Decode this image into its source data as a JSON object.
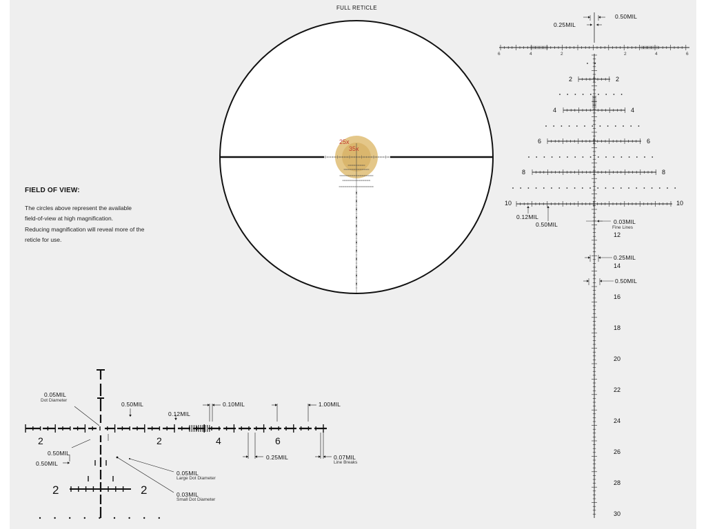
{
  "title": "FULL RETICLE",
  "field_of_view": {
    "heading": "FIELD OF VIEW:",
    "lines": [
      "The circles above represent the available",
      "field-of-view at high magnification.",
      "Reducing magnification will reveal more of the",
      "reticle for use."
    ]
  },
  "magnifications": [
    "25x",
    "35x"
  ],
  "right_reticle": {
    "top_callouts": {
      "c050": "0.50MIL",
      "c025": "0.25MIL"
    },
    "top_scale_labels": [
      "6",
      "4",
      "2",
      "2",
      "4",
      "6"
    ],
    "tree_labels": [
      "2",
      "4",
      "6",
      "8",
      "10"
    ],
    "left_callouts": {
      "c012": "0.12MIL",
      "c050": "0.50MIL"
    },
    "fine_lines": {
      "label": "0.03MIL",
      "sub": "Fine Lines"
    },
    "side_callouts": {
      "c025": "0.25MIL",
      "c050": "0.50MIL"
    },
    "vertical_labels": [
      "12",
      "14",
      "16",
      "18",
      "20",
      "22",
      "24",
      "26",
      "28",
      "30"
    ]
  },
  "bottom_detail": {
    "dot_diameter": {
      "label": "0.05MIL",
      "sub": "Dot Diameter"
    },
    "c050_top": "0.50MIL",
    "c012": "0.12MIL",
    "c010": "0.10MIL",
    "c100": "1.00MIL",
    "scale_labels": [
      "2",
      "2",
      "4",
      "6"
    ],
    "c050_left_a": "0.50MIL",
    "c050_left_b": "0.50MIL",
    "c025": "0.25MIL",
    "line_breaks": {
      "label": "0.07MIL",
      "sub": "Line Breaks"
    },
    "large_dot": {
      "label": "0.05MIL",
      "sub": "Large Dot Diameter"
    },
    "small_dot": {
      "label": "0.03MIL",
      "sub": "Small Dot Diameter"
    },
    "lower_labels": [
      "2",
      "2"
    ]
  }
}
